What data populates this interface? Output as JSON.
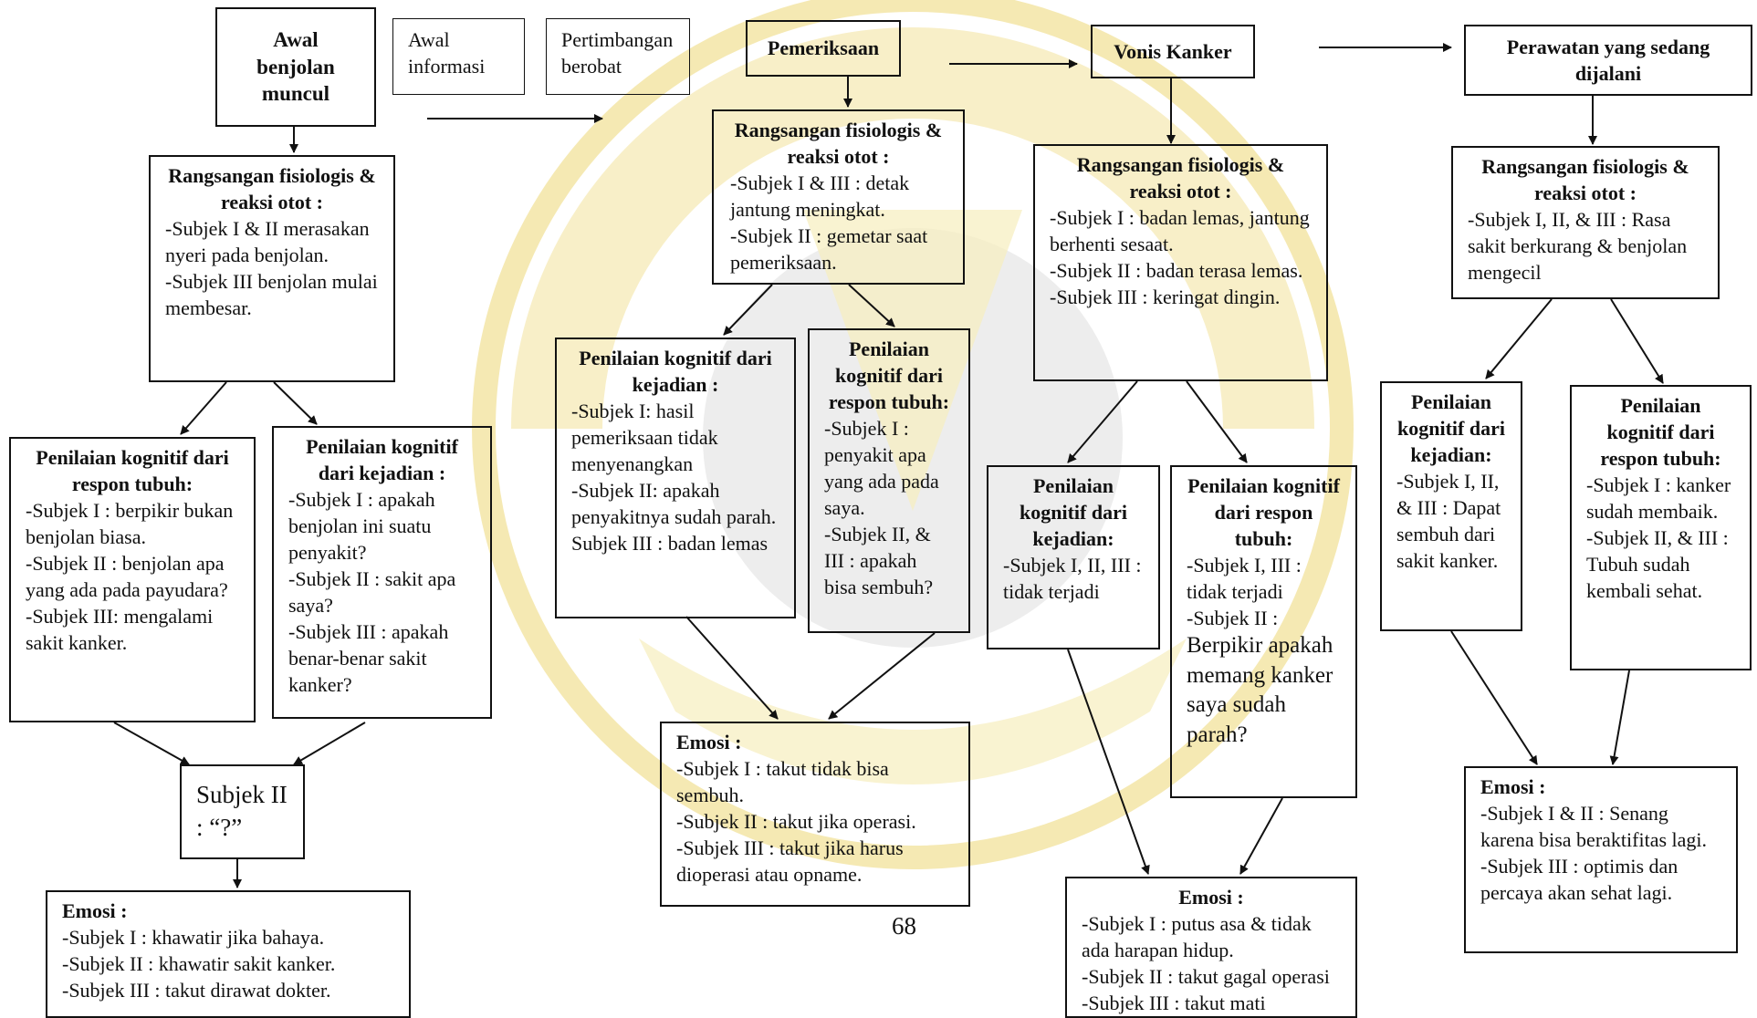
{
  "colors": {
    "watermark": "#f4e6a0",
    "watermark_dark": "#d8d8d8",
    "stroke": "#111111"
  },
  "page_number": "68",
  "col1": {
    "start": "Awal benjolan muncul",
    "rangsangan": {
      "title": "Rangsangan fisiologis & reaksi otot :",
      "lines": [
        "-Subjek I & II merasakan nyeri pada benjolan.",
        "-Subjek III benjolan mulai membesar."
      ]
    },
    "respon": {
      "title": "Penilaian kognitif dari respon tubuh:",
      "lines": [
        "-Subjek I : berpikir bukan benjolan biasa.",
        "-Subjek II : benjolan apa yang ada pada payudara?",
        "-Subjek III: mengalami sakit kanker."
      ]
    },
    "kejadian": {
      "title": "Penilaian kognitif dari kejadian :",
      "lines": [
        "-Subjek I : apakah benjolan ini suatu penyakit?",
        " -Subjek II : sakit apa saya?",
        "-Subjek III : apakah benar-benar sakit kanker?"
      ]
    },
    "subjek2": "Subjek II : “?”",
    "emosi": {
      "title": "Emosi :",
      "lines": [
        "-Subjek I : khawatir jika bahaya.",
        "-Subjek II : khawatir sakit kanker.",
        "-Subjek III : takut dirawat dokter."
      ]
    }
  },
  "top": {
    "awal_informasi": "Awal informasi",
    "pertimbangan": "Pertimbangan berobat",
    "pemeriksaan": "Pemeriksaan",
    "vonis": "Vonis Kanker",
    "perawatan": "Perawatan yang sedang dijalani"
  },
  "col2": {
    "rangsangan": {
      "title": "Rangsangan fisiologis & reaksi otot :",
      "lines": [
        "-Subjek I & III : detak jantung meningkat.",
        "-Subjek II : gemetar saat pemeriksaan."
      ]
    },
    "kejadian": {
      "title": "Penilaian kognitif dari kejadian :",
      "lines": [
        "-Subjek I: hasil pemeriksaan tidak menyenangkan",
        " -Subjek II: apakah penyakitnya sudah parah.",
        "Subjek III : badan lemas"
      ]
    },
    "respon": {
      "title": "Penilaian kognitif dari respon tubuh:",
      "lines": [
        "-Subjek I : penyakit apa yang ada pada saya.",
        "-Subjek II, & III : apakah bisa sembuh?"
      ]
    },
    "emosi": {
      "title": "Emosi :",
      "lines": [
        "-Subjek I : takut tidak bisa sembuh.",
        "-Subjek II : takut jika operasi.",
        "-Subjek III : takut jika harus dioperasi atau opname."
      ]
    }
  },
  "col3": {
    "rangsangan": {
      "title": "Rangsangan fisiologis & reaksi otot :",
      "lines": [
        "-Subjek I : badan lemas, jantung berhenti sesaat.",
        "-Subjek II : badan terasa lemas.",
        "-Subjek III : keringat dingin."
      ]
    },
    "kejadian": {
      "title": "Penilaian kognitif dari kejadian:",
      "lines": [
        "-Subjek I, II, III : tidak terjadi"
      ]
    },
    "respon": {
      "title": "Penilaian kognitif dari respon tubuh:",
      "lines": [
        "-Subjek I, III : tidak terjadi",
        "-Subjek II :"
      ],
      "big": "Berpikir apakah memang kanker saya sudah parah?"
    },
    "emosi": {
      "title": "Emosi :",
      "lines": [
        "-Subjek I : putus asa & tidak ada harapan hidup.",
        "-Subjek II : takut gagal operasi",
        "-Subjek III : takut mati"
      ]
    }
  },
  "col4": {
    "rangsangan": {
      "title": "Rangsangan fisiologis & reaksi otot :",
      "lines": [
        "-Subjek I, II, & III : Rasa sakit berkurang & benjolan mengecil"
      ]
    },
    "kejadian": {
      "title": "Penilaian kognitif dari kejadian:",
      "lines": [
        "-Subjek I, II, & III : Dapat sembuh dari sakit kanker."
      ]
    },
    "respon": {
      "title": "Penilaian kognitif dari respon tubuh:",
      "lines": [
        "-Subjek I : kanker sudah membaik.",
        "-Subjek II, & III : Tubuh sudah kembali sehat."
      ]
    },
    "emosi": {
      "title": "Emosi :",
      "lines": [
        "-Subjek I & II : Senang karena bisa beraktifitas lagi.",
        "-Subjek III : optimis dan percaya akan sehat lagi."
      ]
    }
  }
}
